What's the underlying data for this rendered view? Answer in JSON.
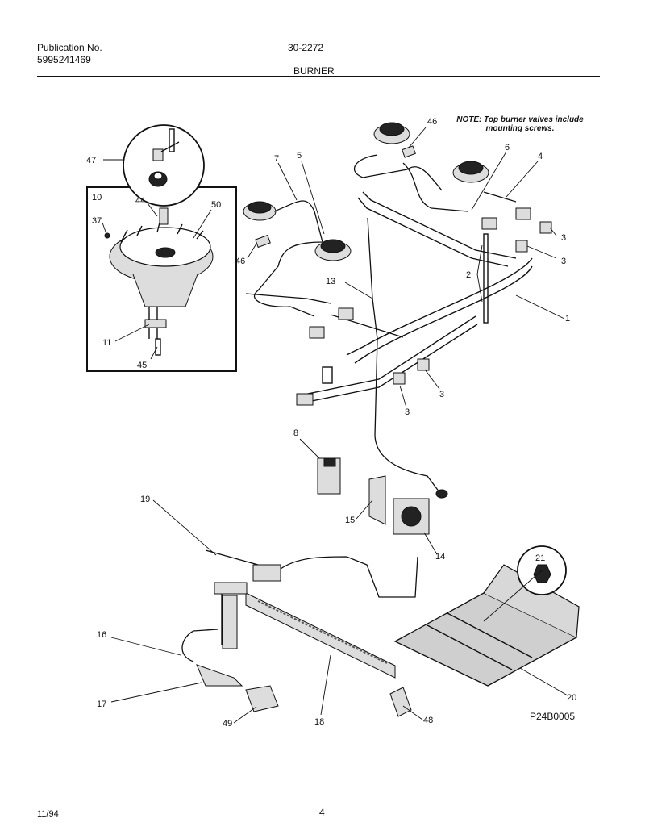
{
  "header": {
    "publication_label": "Publication No.",
    "publication_number": "5995241469",
    "document_number": "30-2272",
    "section_title": "BURNER"
  },
  "note": "NOTE: Top burner valves include mounting screws.",
  "diagram_code": "P24B0005",
  "footer": {
    "date": "11/94",
    "page": "4"
  },
  "callouts": {
    "c47": "47",
    "c10": "10",
    "c44": "44",
    "c50": "50",
    "c37": "37",
    "c11": "11",
    "c45": "45",
    "c46a": "46",
    "c46b": "46",
    "c7": "7",
    "c5": "5",
    "c13": "13",
    "c6": "6",
    "c4": "4",
    "c3a": "3",
    "c3b": "3",
    "c3c": "3",
    "c3d": "3",
    "c2": "2",
    "c1": "1",
    "c8": "8",
    "c19": "19",
    "c15": "15",
    "c14": "14",
    "c21": "21",
    "c16": "16",
    "c17": "17",
    "c18": "18",
    "c49": "49",
    "c48": "48",
    "c20": "20"
  }
}
